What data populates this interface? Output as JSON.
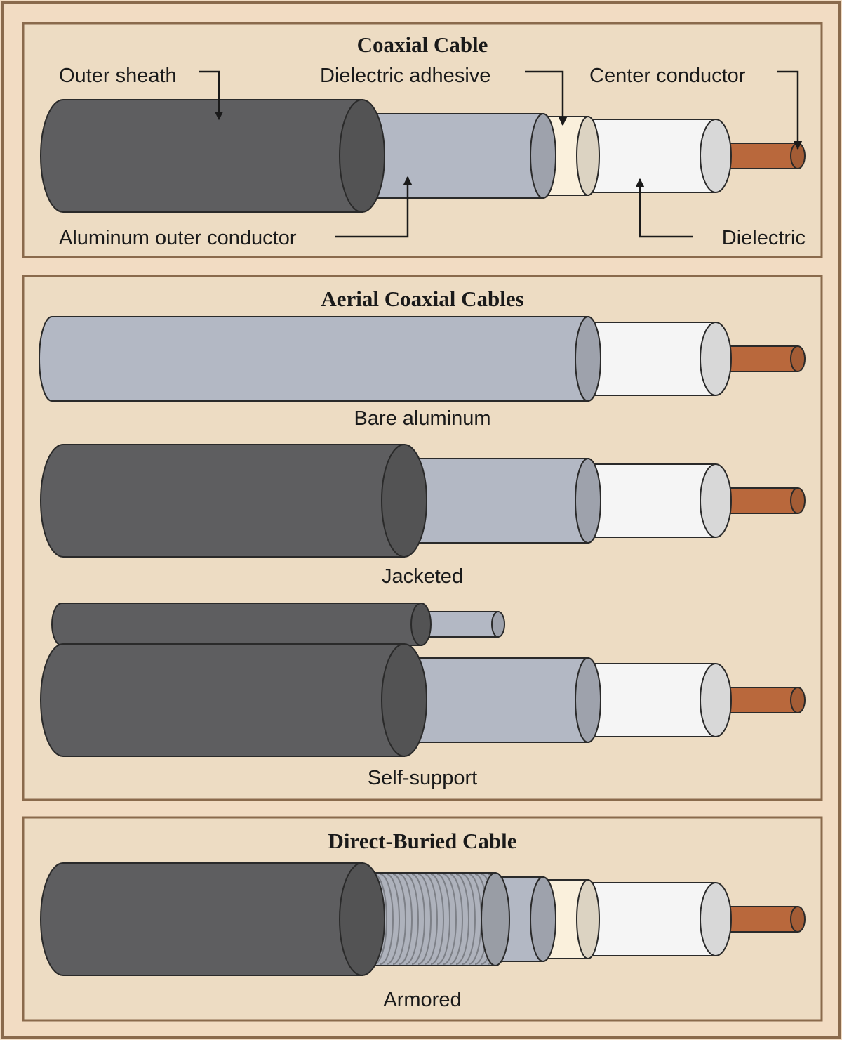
{
  "colors": {
    "background": "#f2dcc3",
    "panel": "#eddcc3",
    "panel_border": "#8a6a4c",
    "outer_sheath": "#5e5e60",
    "outer_sheath_edge": "#4e4e50",
    "aluminum_conductor": "#b3b8c4",
    "adhesive": "#faf0dc",
    "dielectric": "#f5f5f5",
    "copper": "#b9683c",
    "armor": "#aeb2bc",
    "outline": "#2a2a2a"
  },
  "panels": [
    {
      "title": "Coaxial Cable",
      "callouts": [
        {
          "text": "Outer sheath"
        },
        {
          "text": "Dielectric adhesive"
        },
        {
          "text": "Center conductor"
        },
        {
          "text": "Aluminum outer conductor"
        },
        {
          "text": "Dielectric"
        }
      ]
    },
    {
      "title": "Aerial Coaxial Cables",
      "captions": [
        "Bare aluminum",
        "Jacketed",
        "Self-support"
      ]
    },
    {
      "title": "Direct-Buried Cable",
      "captions": [
        "Armored"
      ]
    }
  ]
}
